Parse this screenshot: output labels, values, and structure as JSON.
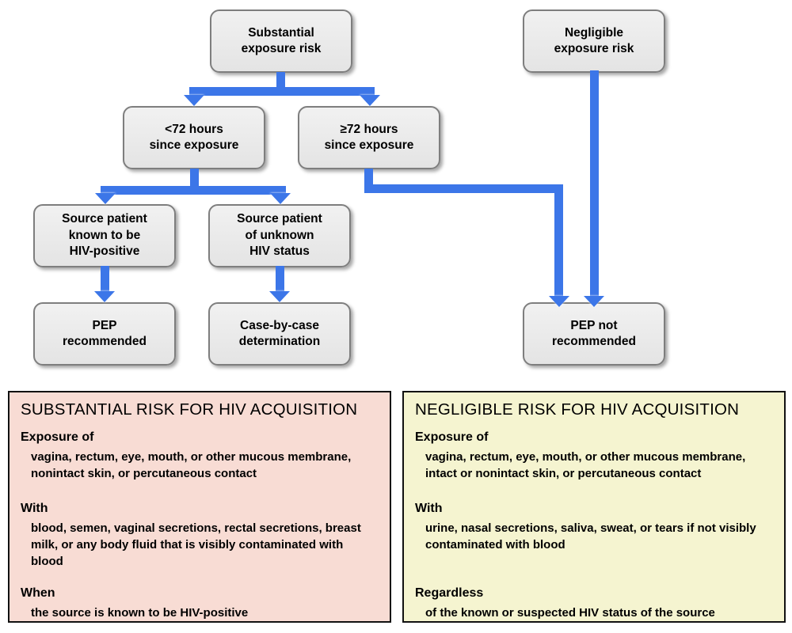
{
  "palette": {
    "arrow_blue": "#3c76e8",
    "node_fill": "#e9e9e9",
    "node_border": "#7e7e7e",
    "substantial_panel_bg": "#f8dcd4",
    "negligible_panel_bg": "#f5f4d0"
  },
  "flowchart": {
    "nodes": {
      "substantial": "Substantial\nexposure risk",
      "negligible": "Negligible\nexposure risk",
      "lt72": "<72 hours\nsince exposure",
      "ge72": "≥72 hours\nsince exposure",
      "known_positive": "Source patient\nknown to be\nHIV-positive",
      "unknown_status": "Source patient\nof unknown\nHIV status",
      "pep_recommended": "PEP\nrecommended",
      "case_by_case": "Case-by-case\ndetermination",
      "pep_not_recommended": "PEP not\nrecommended"
    }
  },
  "panels": {
    "substantial": {
      "title": "SUBSTANTIAL RISK FOR HIV ACQUISITION",
      "sections": [
        {
          "heading": "Exposure of",
          "body": "vagina, rectum, eye, mouth, or other mucous membrane,\nnonintact skin, or percutaneous contact"
        },
        {
          "heading": "With",
          "body": "blood, semen, vaginal secretions, rectal secretions, breast\nmilk, or any body fluid that is visibly contaminated with\nblood"
        },
        {
          "heading": "When",
          "body": "the source is known to be HIV-positive"
        }
      ]
    },
    "negligible": {
      "title": "NEGLIGIBLE RISK FOR HIV ACQUISITION",
      "sections": [
        {
          "heading": "Exposure of",
          "body": "vagina, rectum, eye, mouth, or other mucous membrane,\nintact or nonintact skin, or percutaneous contact"
        },
        {
          "heading": "With",
          "body": "urine, nasal secretions, saliva, sweat, or tears if not visibly\ncontaminated with blood"
        },
        {
          "heading": "Regardless",
          "body": "of the known or suspected HIV status of the source"
        }
      ]
    }
  }
}
